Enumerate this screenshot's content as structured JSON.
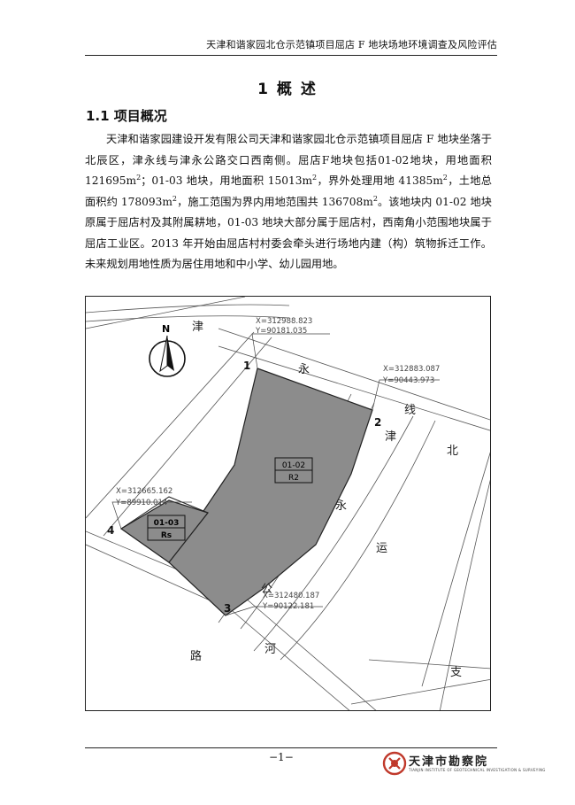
{
  "header": {
    "title": "天津和谐家园北仓示范镇项目屈店 F 地块场地环境调查及风险评估"
  },
  "chapter": {
    "title": "1 概 述"
  },
  "section": {
    "title": "1.1 项目概况"
  },
  "body": {
    "paragraph": "天津和谐家园建设开发有限公司天津和谐家园北仓示范镇项目屈店 F 地块坐落于北辰区，津永线与津永公路交口西南侧。屈店F地块包括01-02地块，用地面积 121695m²；01-03 地块，用地面积 15013m²，界外处理用地 41385m²，土地总面积约 178093m²，施工范围为界内用地范围共 136708m²。该地块内 01-02 地块原属于屈店村及其附属耕地，01-03 地块大部分属于屈店村，西南角小范围地块属于屈店工业区。2013 年开始由屈店村村委会牵头进行场地内建（构）筑物拆迁工作。未来规划用地性质为居住用地和中小学、幼儿园用地。"
  },
  "map": {
    "north_label": "N",
    "road_chars": [
      "津",
      "永",
      "线",
      "津",
      "北",
      "永",
      "运",
      "公",
      "路",
      "河",
      "支"
    ],
    "points": [
      {
        "label": "1",
        "coord_x": "X=312988.823",
        "coord_y": "Y=90181.035"
      },
      {
        "label": "2",
        "coord_x": "X=312883.087",
        "coord_y": "Y=90443.973"
      },
      {
        "label": "3",
        "coord_x": "X=312480.187",
        "coord_y": "Y=90122.181"
      },
      {
        "label": "4",
        "coord_x": "X=312665.162",
        "coord_y": "Y=89910.014"
      }
    ],
    "parcels": [
      {
        "code": "01-02",
        "use": "R2"
      },
      {
        "code": "01-03",
        "use": "Rs"
      }
    ],
    "colors": {
      "parcel_fill": "#8c8c8c",
      "line": "#333333"
    }
  },
  "footer": {
    "page_number": "−1−",
    "org_name": "天津市勘察院",
    "org_name_en": "TIANJIN INSTITUTE OF GEOTECHNICAL INVESTIGATION & SURVEYING",
    "logo_color": "#c0392b"
  }
}
